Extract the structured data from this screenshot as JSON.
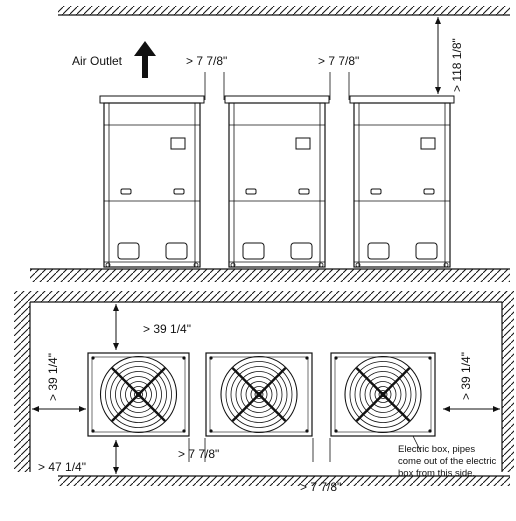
{
  "labels": {
    "air_outlet": "Air Outlet",
    "side_gap_1": "> 7 7/8\"",
    "side_gap_2": "> 7 7/8\"",
    "top_clearance": "> 118 1/8\"",
    "rear_clearance": "> 39 1/4\"",
    "left_clearance": "> 39 1/4\"",
    "right_clearance": "> 39 1/4\"",
    "front_clearance": "> 47 1/4\"",
    "plan_gap_1": "> 7 7/8\"",
    "plan_gap_2": "> 7 7/8\""
  },
  "note": {
    "line1": "Electric box, pipes",
    "line2": "come out of the electric",
    "line3": "box from this side."
  },
  "colors": {
    "line": "#111111",
    "background": "#ffffff"
  },
  "icons": {
    "arrow": "arrow-up-icon",
    "fan": "fan-grille-icon"
  }
}
